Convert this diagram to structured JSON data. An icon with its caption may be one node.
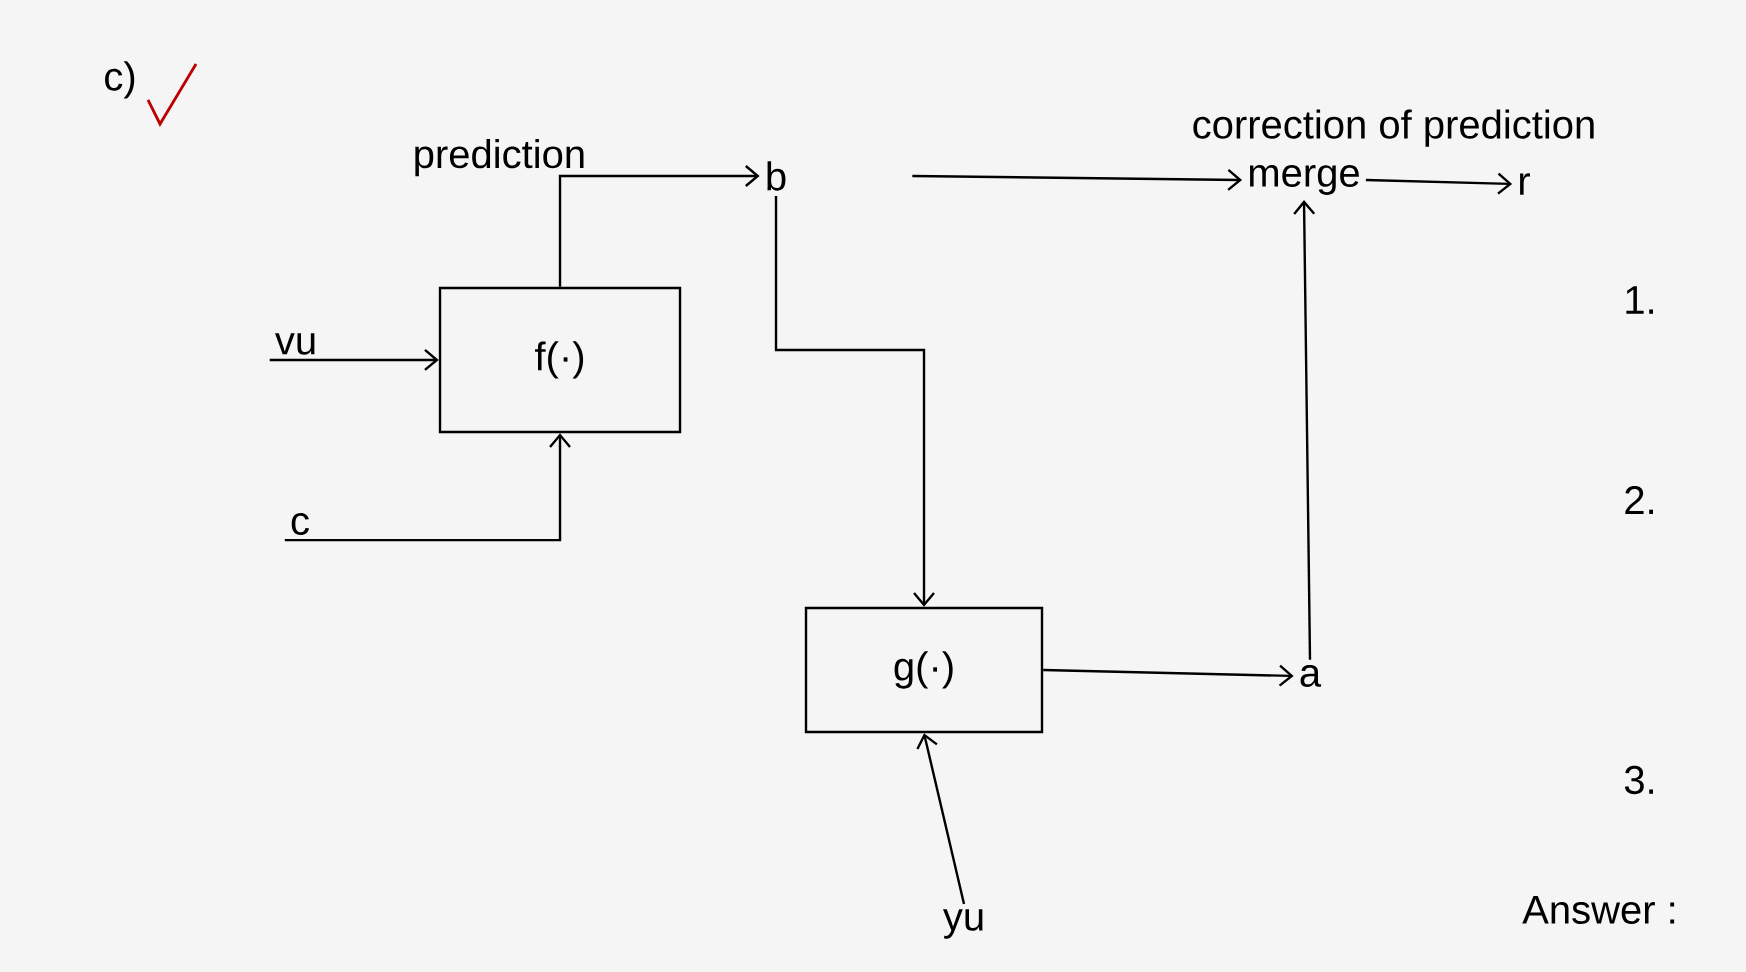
{
  "diagram": {
    "nodes": [
      {
        "text": [
          "f(·)"
        ]
      },
      {
        "text": [
          "b"
        ]
      },
      {
        "text": [
          "merge"
        ],
        "beside": [
          "correction of prediction"
        ]
      },
      {
        "text": [
          "r"
        ]
      },
      {
        "text": [
          "g(·)"
        ]
      },
      {
        "text": [
          "a"
        ]
      },
      {
        "text": [
          "vu"
        ]
      },
      {
        "text": [
          "c"
        ]
      },
      {
        "text": [
          "yu"
        ]
      }
    ],
    "edges": [
      {
        "from": 6,
        "to": 0,
        "arrow": "to"
      },
      {
        "from": 7,
        "to": 0,
        "arrow": "to"
      },
      {
        "from": 0,
        "to": 1,
        "arrow": "to",
        "label": "prediction"
      },
      {
        "from": 1,
        "to": 4,
        "arrow": "to"
      },
      {
        "from": 1,
        "to": 2,
        "arrow": "to"
      },
      {
        "from": 2,
        "to": 3,
        "arrow": "to"
      },
      {
        "from": 4,
        "to": 5,
        "arrow": "to"
      },
      {
        "from": 5,
        "to": 2,
        "arrow": "to"
      },
      {
        "from": 8,
        "to": 4,
        "arrow": "to"
      }
    ],
    "labels": [
      "c)",
      "1.",
      "2.",
      "3.",
      "Answer :"
    ]
  }
}
